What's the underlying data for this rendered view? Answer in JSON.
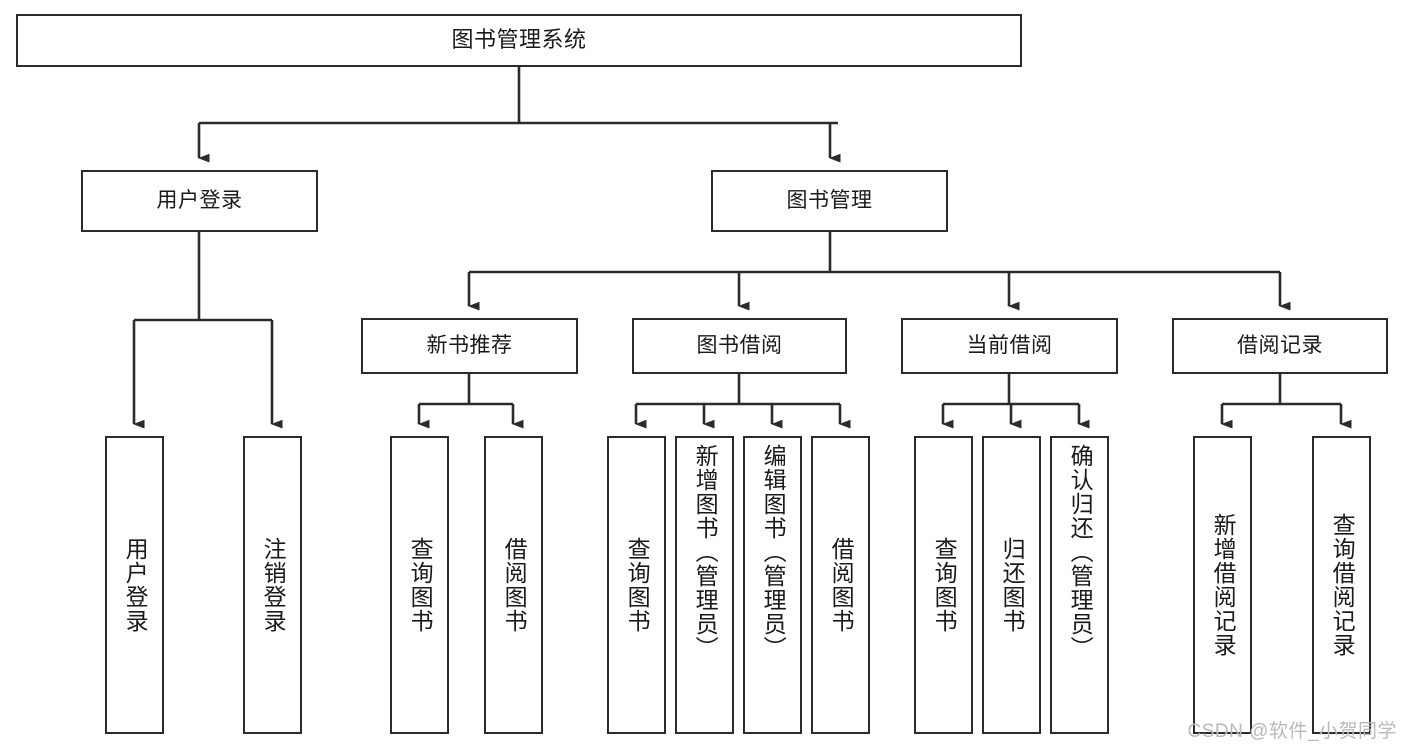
{
  "diagram": {
    "type": "tree",
    "title": "图书管理系统",
    "watermark": "CSDN @软件_小贺同学",
    "colors": {
      "border": "#2b2b2b",
      "background": "#ffffff",
      "text": "#1a1a1a",
      "watermark": "#b9b9b9"
    },
    "levels": {
      "root": {
        "label": "图书管理系统"
      },
      "level2": [
        {
          "id": "user-login",
          "label": "用户登录"
        },
        {
          "id": "book-management",
          "label": "图书管理"
        }
      ],
      "level3": [
        {
          "id": "new-book-recommend",
          "label": "新书推荐",
          "parent": "book-management"
        },
        {
          "id": "book-borrow",
          "label": "图书借阅",
          "parent": "book-management"
        },
        {
          "id": "current-borrow",
          "label": "当前借阅",
          "parent": "book-management"
        },
        {
          "id": "borrow-record",
          "label": "借阅记录",
          "parent": "book-management"
        }
      ],
      "leaves": [
        {
          "id": "leaf-user-login",
          "label": "用户登录",
          "parent": "user-login"
        },
        {
          "id": "leaf-user-logout",
          "label": "注销登录",
          "parent": "user-login"
        },
        {
          "id": "leaf-query-book-1",
          "label": "查询图书",
          "parent": "new-book-recommend"
        },
        {
          "id": "leaf-borrow-book-1",
          "label": "借阅图书",
          "parent": "new-book-recommend"
        },
        {
          "id": "leaf-query-book-2",
          "label": "查询图书",
          "parent": "book-borrow"
        },
        {
          "id": "leaf-add-book",
          "label": "新增图书（管理员）",
          "parent": "book-borrow"
        },
        {
          "id": "leaf-edit-book",
          "label": "编辑图书（管理员）",
          "parent": "book-borrow"
        },
        {
          "id": "leaf-borrow-book-2",
          "label": "借阅图书",
          "parent": "book-borrow"
        },
        {
          "id": "leaf-query-book-3",
          "label": "查询图书",
          "parent": "current-borrow"
        },
        {
          "id": "leaf-return-book",
          "label": "归还图书",
          "parent": "current-borrow"
        },
        {
          "id": "leaf-confirm-return",
          "label": "确认归还（管理员）",
          "parent": "current-borrow"
        },
        {
          "id": "leaf-add-record",
          "label": "新增借阅记录",
          "parent": "borrow-record"
        },
        {
          "id": "leaf-query-record",
          "label": "查询借阅记录",
          "parent": "borrow-record"
        }
      ]
    }
  }
}
